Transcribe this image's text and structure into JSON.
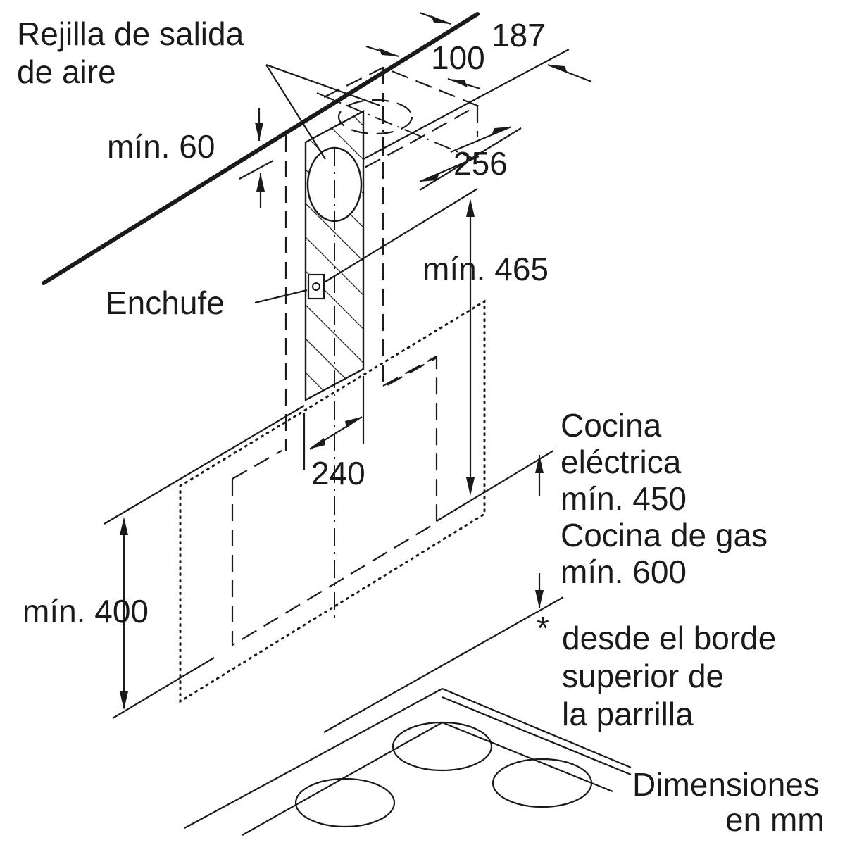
{
  "labels": {
    "air_outlet_line1": "Rejilla de salida",
    "air_outlet_line2": "de aire",
    "min60": "mín. 60",
    "dim187": "187",
    "dim100": "100",
    "dim256": "256",
    "min465": "mín. 465",
    "socket": "Enchufe",
    "dim240": "240",
    "electric_line1": "Cocina",
    "electric_line2": "eléctrica",
    "electric_line3": "mín. 450",
    "gas_line1": "Cocina de gas",
    "gas_line2": "mín. 600",
    "min400": "mín. 400",
    "asterisk": "*",
    "note_line1": "desde el borde",
    "note_line2": "superior de",
    "note_line3": "la parrilla",
    "units_line1": "Dimensiones",
    "units_line2": "en mm"
  }
}
